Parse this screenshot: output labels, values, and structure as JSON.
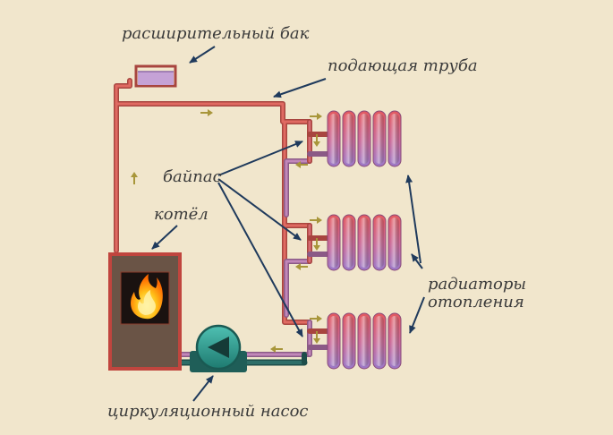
{
  "labels": {
    "expansion_tank": "расширительный бак",
    "supply_pipe": "подающая труба",
    "bypass": "байпас",
    "boiler": "котёл",
    "radiators_line1": "радиаторы",
    "radiators_line2": "отопления",
    "pump": "циркуляционный насос"
  },
  "colors": {
    "background": "#f1e6cc",
    "hot_pipe": "#d6504a",
    "return_pipe": "#b26a9c",
    "pump_pipe": "#2e6e68",
    "pump_body": "#2a8a80",
    "boiler_body": "#6a5446",
    "flame": "#ffa21a",
    "flow_arrow": "#a8963a",
    "pointer_arrow": "#1f3a5c",
    "label_text": "#3b3b3b"
  },
  "icons": {
    "boiler": "boiler-icon",
    "flame": "flame-icon",
    "pump": "pump-icon",
    "tank": "expansion-tank-icon",
    "radiator": "radiator-icon"
  }
}
